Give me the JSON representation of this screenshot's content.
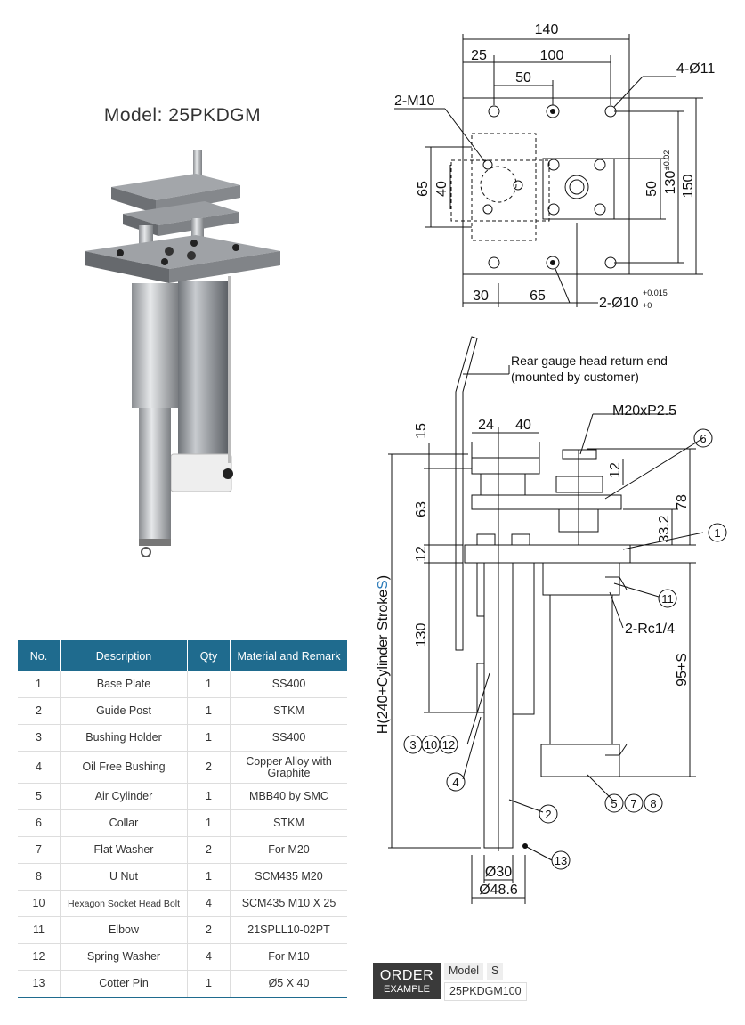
{
  "model_title": "Model: 25PKDGM",
  "parts_table": {
    "headers": [
      "No.",
      "Description",
      "Qty",
      "Material and Remark"
    ],
    "rows": [
      {
        "no": "1",
        "desc": "Base Plate",
        "qty": "1",
        "remark": "SS400"
      },
      {
        "no": "2",
        "desc": "Guide Post",
        "qty": "1",
        "remark": "STKM"
      },
      {
        "no": "3",
        "desc": "Bushing Holder",
        "qty": "1",
        "remark": "SS400"
      },
      {
        "no": "4",
        "desc": "Oil Free Bushing",
        "qty": "2",
        "remark": "Copper Alloy with Graphite"
      },
      {
        "no": "5",
        "desc": "Air Cylinder",
        "qty": "1",
        "remark": "MBB40 by SMC"
      },
      {
        "no": "6",
        "desc": "Collar",
        "qty": "1",
        "remark": "STKM"
      },
      {
        "no": "7",
        "desc": "Flat Washer",
        "qty": "2",
        "remark": "For M20"
      },
      {
        "no": "8",
        "desc": "U Nut",
        "qty": "1",
        "remark": "SCM435 M20"
      },
      {
        "no": "10",
        "desc": "Hexagon Socket Head Bolt",
        "qty": "4",
        "remark": "SCM435 M10 X 25"
      },
      {
        "no": "11",
        "desc": "Elbow",
        "qty": "2",
        "remark": "21SPLL10-02PT"
      },
      {
        "no": "12",
        "desc": "Spring Washer",
        "qty": "4",
        "remark": "For M10"
      },
      {
        "no": "13",
        "desc": "Cotter Pin",
        "qty": "1",
        "remark": "Ø5 X 40"
      }
    ]
  },
  "top_view": {
    "dim_140": "140",
    "dim_25": "25",
    "dim_100": "100",
    "dim_50_top": "50",
    "hole_4": "4-Ø11",
    "thread_2": "2-M10",
    "dim_65_left": "65",
    "dim_40_left": "40",
    "dim_50_right": "50",
    "dim_130": "130",
    "dim_130_tol": "±0.02",
    "dim_150": "150",
    "dim_30": "30",
    "dim_65_bottom": "65",
    "pin_hole": "2-Ø10",
    "pin_tol_upper": "+0.015",
    "pin_tol_lower": "+0"
  },
  "side_view": {
    "note_line1": "Rear gauge head return end",
    "note_line2": "(mounted by customer)",
    "thread": "M20xP2.5",
    "dim_24": "24",
    "dim_40": "40",
    "dim_15": "15",
    "dim_63": "63",
    "dim_12_left": "12",
    "dim_130": "130",
    "dim_12_right": "12",
    "dim_78": "78",
    "dim_33_2": "33.2",
    "port": "2-Rc1/4",
    "dim_95s": "95+S",
    "overall_height": "H(240+Cylinder Stroke",
    "overall_height_s": "S",
    "overall_height_close": ")",
    "dia_30": "Ø30",
    "dia_48_6": "Ø48.6",
    "balloons": [
      "6",
      "1",
      "11",
      "3",
      "10",
      "12",
      "4",
      "2",
      "5",
      "7",
      "8",
      "13"
    ]
  },
  "order_example": {
    "label_big": "ORDER",
    "label_small": "EXAMPLE",
    "col_model": "Model",
    "col_s": "S",
    "value": "25PKDGM100"
  },
  "colors": {
    "header": "#1f6b8e",
    "order_bg": "#3a3a3a",
    "accent_s": "#2a7ab8"
  }
}
